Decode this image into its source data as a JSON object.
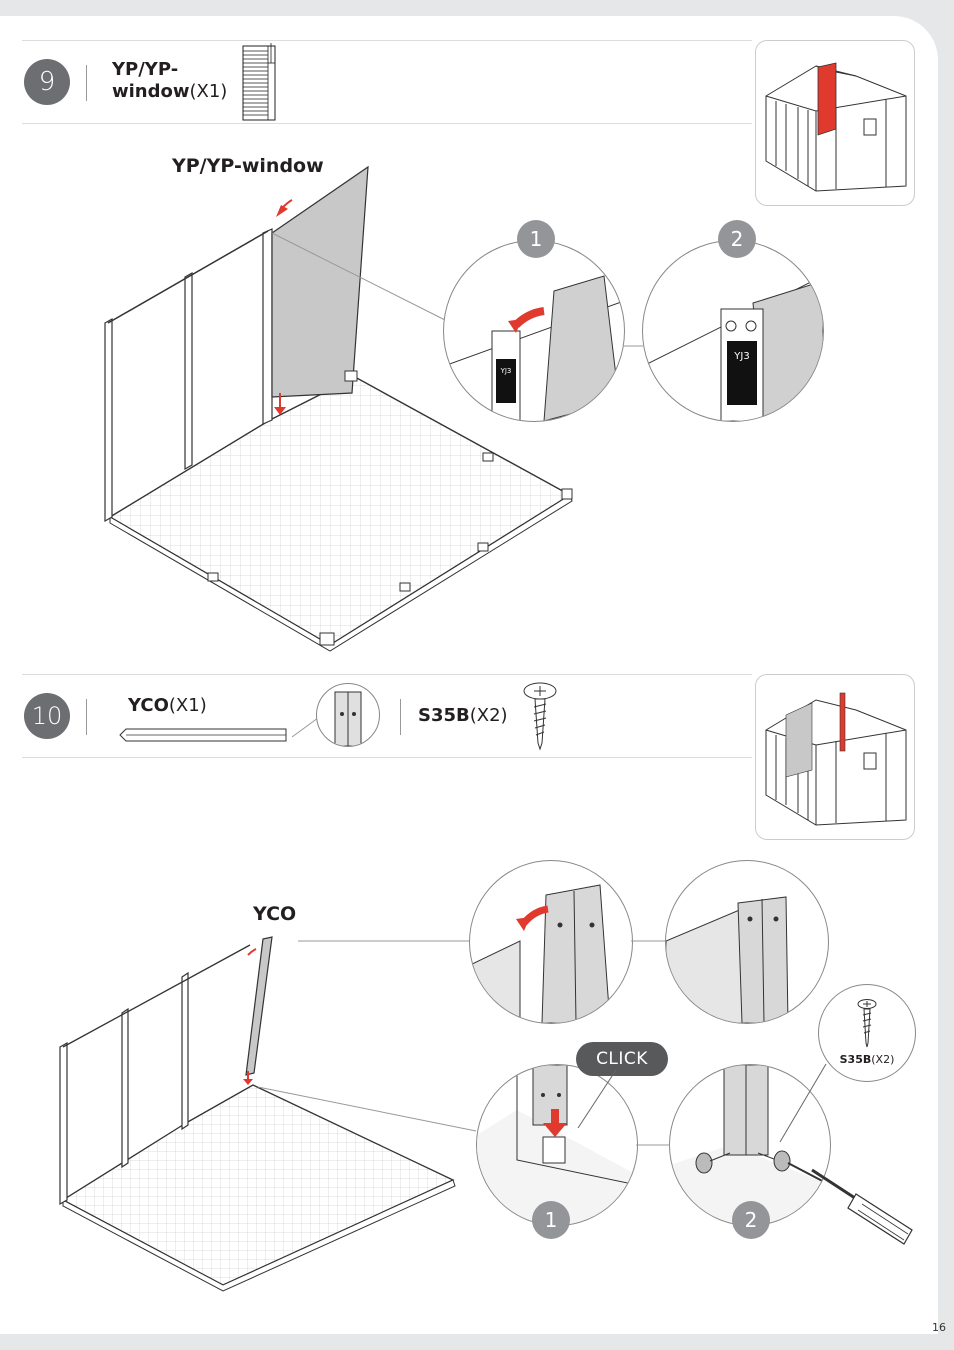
{
  "page_number": "16",
  "step9": {
    "number": "9",
    "part_name": "YP/YP-",
    "part_name_line2": "window",
    "part_qty": "(X1)",
    "caption": "YP/YP-window",
    "detail_badges": [
      "1",
      "2"
    ],
    "label_text": "YJ3"
  },
  "step10": {
    "number": "10",
    "part1_name": "YCO",
    "part1_qty": "(X1)",
    "part2_name": "S35B",
    "part2_qty": "(X2)",
    "caption": "YCO",
    "click_label": "CLICK",
    "detail_badges": [
      "1",
      "2"
    ],
    "screw_callout_name": "S35B",
    "screw_callout_qty": "(X2)"
  },
  "colors": {
    "accent_red": "#e03a2e",
    "badge_gray": "#939598",
    "step_circle": "#6d6e71"
  }
}
